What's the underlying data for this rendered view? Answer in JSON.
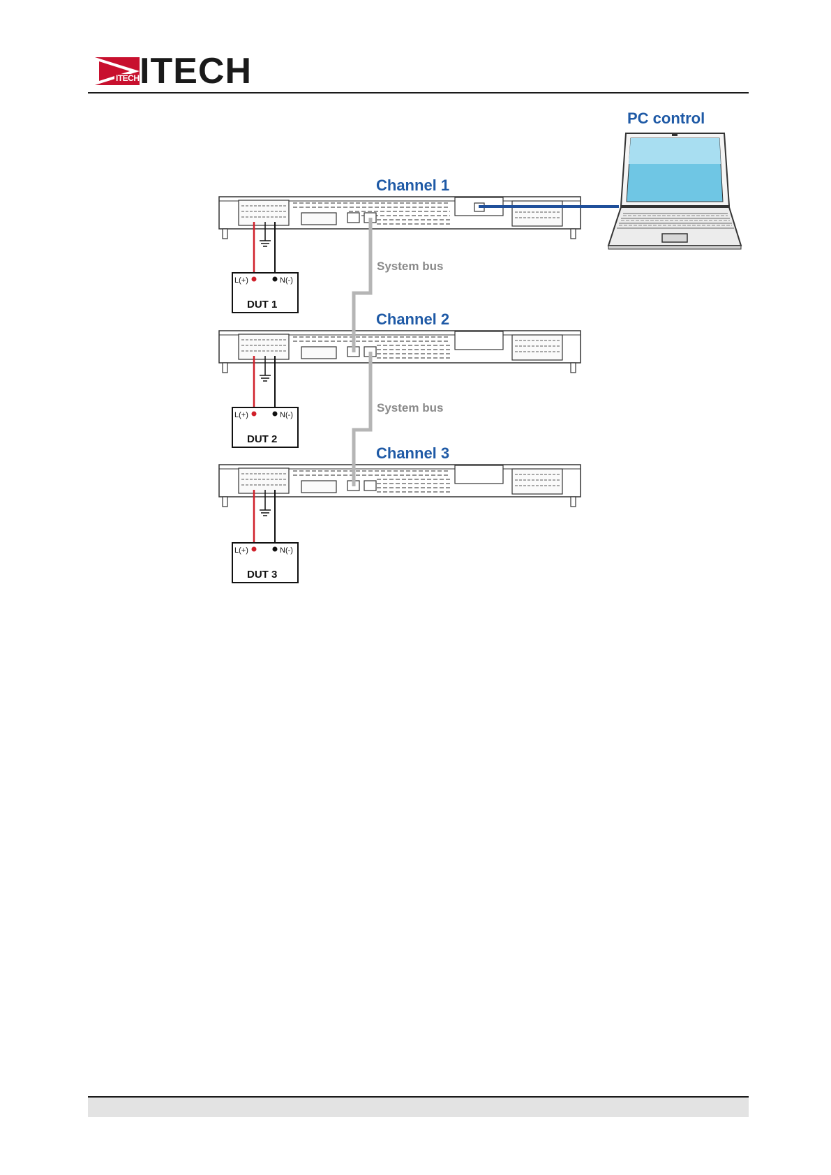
{
  "header": {
    "logo_text": "ITECH",
    "logo_mark_text": "ITECH"
  },
  "diagram": {
    "pc_label": "PC control",
    "bus_labels": [
      "System bus",
      "System bus"
    ],
    "channels": [
      {
        "label": "Channel 1",
        "dut": "DUT 1",
        "l_term": "L(+)",
        "n_term": "N(-)"
      },
      {
        "label": "Channel 2",
        "dut": "DUT 2",
        "l_term": "L(+)",
        "n_term": "N(-)"
      },
      {
        "label": "Channel 3",
        "dut": "DUT 3",
        "l_term": "L(+)",
        "n_term": "N(-)"
      }
    ],
    "colors": {
      "label_blue": "#1f5aa6",
      "bus_gray": "#b5b5b5",
      "pc_link_blue": "#1f4f9a",
      "l_wire_red": "#d0202a",
      "logo_red": "#c8102e"
    }
  }
}
